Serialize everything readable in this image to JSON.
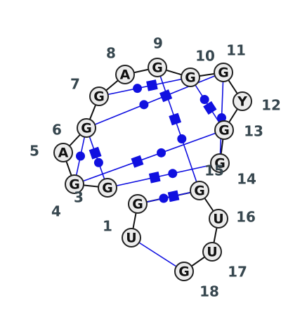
{
  "diagram": {
    "colors": {
      "backbone": "#111111",
      "interaction": "#1010e0",
      "node_fill": "#ececec",
      "node_stroke": "#222222",
      "label": "#37474f"
    },
    "nucleotides": [
      {
        "pos": "1",
        "base": "G",
        "label": "1"
      },
      {
        "pos": "2",
        "base": "U",
        "label": ""
      },
      {
        "pos": "3",
        "base": "G",
        "label": "3"
      },
      {
        "pos": "4",
        "base": "G",
        "label": "4"
      },
      {
        "pos": "5",
        "base": "A",
        "label": "5"
      },
      {
        "pos": "6",
        "base": "G",
        "label": "6"
      },
      {
        "pos": "7",
        "base": "G",
        "label": "7"
      },
      {
        "pos": "8",
        "base": "A",
        "label": "8"
      },
      {
        "pos": "9",
        "base": "G",
        "label": "9"
      },
      {
        "pos": "10",
        "base": "G",
        "label": "10"
      },
      {
        "pos": "11",
        "base": "G",
        "label": "11"
      },
      {
        "pos": "12",
        "base": "Y",
        "label": "12"
      },
      {
        "pos": "13",
        "base": "G",
        "label": "13"
      },
      {
        "pos": "14",
        "base": "G",
        "label": "14"
      },
      {
        "pos": "15",
        "base": "G",
        "label": "15"
      },
      {
        "pos": "16",
        "base": "U",
        "label": "16"
      },
      {
        "pos": "17",
        "base": "U",
        "label": "17"
      },
      {
        "pos": "18",
        "base": "G",
        "label": "18"
      }
    ],
    "backbone": [
      [
        "2",
        "1"
      ],
      [
        "1",
        "15"
      ],
      [
        "15",
        "16"
      ],
      [
        "16",
        "17"
      ],
      [
        "17",
        "18"
      ],
      [
        "3",
        "4"
      ],
      [
        "4",
        "5"
      ],
      [
        "5",
        "6"
      ],
      [
        "6",
        "7"
      ],
      [
        "7",
        "8"
      ],
      [
        "8",
        "9"
      ],
      [
        "9",
        "10"
      ],
      [
        "10",
        "11"
      ],
      [
        "11",
        "12"
      ],
      [
        "12",
        "13"
      ],
      [
        "13",
        "14"
      ]
    ],
    "interactions": [
      {
        "from": "2",
        "to": "18",
        "symbol": "none"
      },
      {
        "from": "1",
        "to": "15",
        "symbol": "circle-square"
      },
      {
        "from": "3",
        "to": "14",
        "symbol": "square-circle"
      },
      {
        "from": "4",
        "to": "13",
        "symbol": "square-circle"
      },
      {
        "from": "6",
        "to": "11",
        "symbol": "circle-square"
      },
      {
        "from": "7",
        "to": "10",
        "symbol": "circle-square"
      },
      {
        "from": "9",
        "to": "15",
        "symbol": "square-circle"
      },
      {
        "from": "10",
        "to": "13",
        "symbol": "circle-square"
      },
      {
        "from": "11",
        "to": "14",
        "symbol": "circle"
      },
      {
        "from": "6",
        "to": "3",
        "symbol": "square-circle"
      },
      {
        "from": "6",
        "to": "4",
        "symbol": "circle"
      }
    ]
  }
}
